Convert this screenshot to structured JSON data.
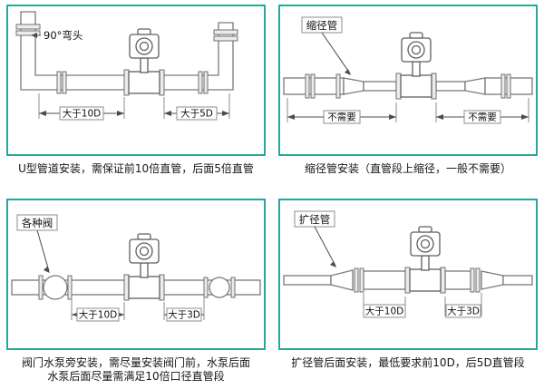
{
  "colors": {
    "accent": "#2aa79b",
    "line": "#7a7a7a",
    "text": "#1a1a1a"
  },
  "panels": [
    {
      "id": "u-pipe-installation",
      "label": "90°弯头",
      "dim_left": "大于10D",
      "dim_right": "大于5D",
      "caption": "U型管道安装，需保证前10倍直管，后面5倍直管"
    },
    {
      "id": "reducer-installation",
      "label": "缩径管",
      "dim_left": "不需要",
      "dim_right": "不需要",
      "caption": "缩径管安装（直管段上缩径，一般不需要）"
    },
    {
      "id": "valve-pump-installation",
      "label": "各种阀",
      "dim_left": "大于10D",
      "dim_right": "大于3D",
      "caption": "阀门水泵旁安装，需尽量安装阀门前，水泵后面",
      "caption2": "水泵后面尽量需满足10倍口径直管段"
    },
    {
      "id": "expander-installation",
      "label": "扩径管",
      "dim_left": "大于10D",
      "dim_right": "大于3D",
      "caption": "扩径管后面安装，最低要求前10D，后5D直管段"
    }
  ]
}
